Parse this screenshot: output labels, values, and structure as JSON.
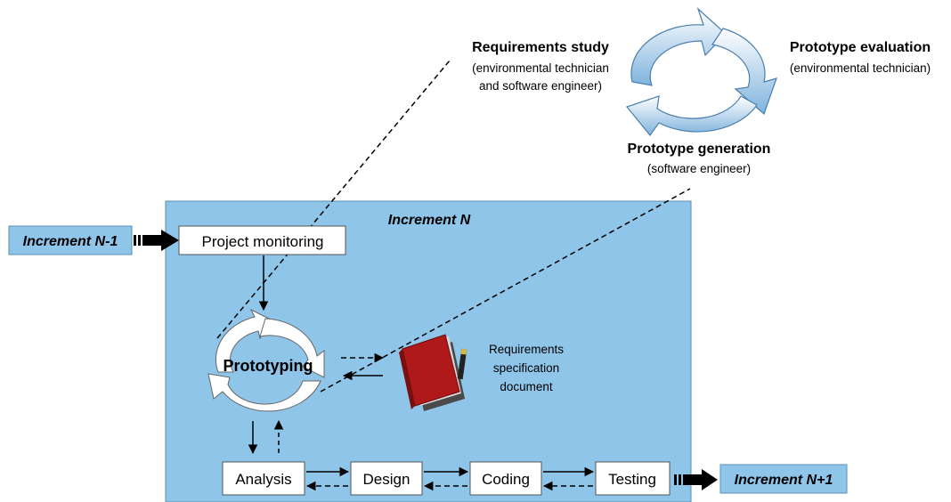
{
  "cycle": {
    "requirements_study": {
      "title": "Requirements study",
      "line1": "(environmental technician",
      "line2": "and software engineer)"
    },
    "prototype_evaluation": {
      "title": "Prototype evaluation",
      "line1": "(environmental technician)"
    },
    "prototype_generation": {
      "title": "Prototype generation",
      "line1": "(software engineer)"
    }
  },
  "increments": {
    "current": "Increment N",
    "previous": "Increment N-1",
    "next": "Increment N+1"
  },
  "boxes": {
    "project_monitoring": "Project monitoring",
    "prototyping": "Prototyping",
    "analysis": "Analysis",
    "design": "Design",
    "coding": "Coding",
    "testing": "Testing"
  },
  "document": {
    "line1": "Requirements",
    "line2": "specification",
    "line3": "document"
  },
  "colors": {
    "panel": "#8ec5e8",
    "panel_border": "#5a8fb5",
    "cycle_light": "#ffffff",
    "cycle_dark": "#6ea8d6",
    "book_red": "#b01919"
  }
}
